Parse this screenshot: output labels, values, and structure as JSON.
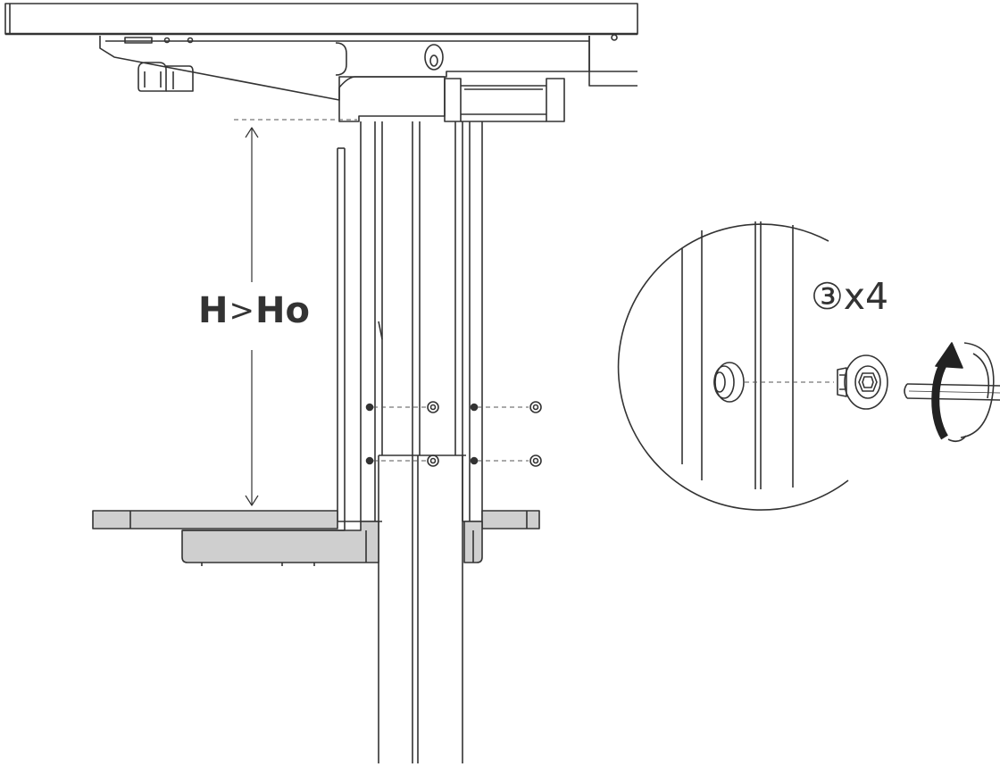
{
  "diagram": {
    "height_label": {
      "h": "H",
      "relation": ">",
      "ho": "Ho"
    },
    "part_callout": {
      "part_number": "③",
      "quantity": "x4"
    },
    "colors": {
      "line": "#333333",
      "dashed": "#555555",
      "panel_fill": "#cfcfcf",
      "panel_dark": "#bdbdbd",
      "arrow_fill": "#222222"
    },
    "icons": [
      "hex-screw-icon",
      "hex-key-icon",
      "rotate-clockwise-icon"
    ]
  }
}
